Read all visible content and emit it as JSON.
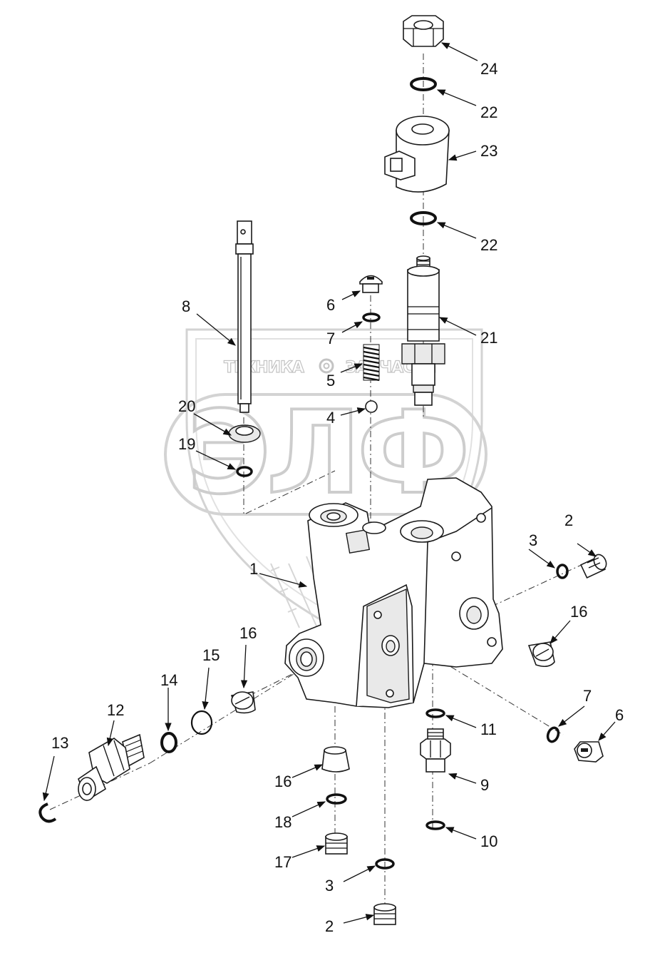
{
  "watermark": {
    "brand_left": "ТЕХНИКА",
    "brand_right": "ЗАПЧАСТИ",
    "logo": "ЭЛФ"
  },
  "callouts": [
    {
      "id": "c24",
      "label": "24"
    },
    {
      "id": "c22a",
      "label": "22"
    },
    {
      "id": "c23",
      "label": "23"
    },
    {
      "id": "c22b",
      "label": "22"
    },
    {
      "id": "c21",
      "label": "21"
    },
    {
      "id": "c8",
      "label": "8"
    },
    {
      "id": "c6a",
      "label": "6"
    },
    {
      "id": "c7a",
      "label": "7"
    },
    {
      "id": "c5",
      "label": "5"
    },
    {
      "id": "c4",
      "label": "4"
    },
    {
      "id": "c20",
      "label": "20"
    },
    {
      "id": "c19",
      "label": "19"
    },
    {
      "id": "c1",
      "label": "1"
    },
    {
      "id": "c2a",
      "label": "2"
    },
    {
      "id": "c3a",
      "label": "3"
    },
    {
      "id": "c16a",
      "label": "16"
    },
    {
      "id": "c16b",
      "label": "16"
    },
    {
      "id": "c15",
      "label": "15"
    },
    {
      "id": "c14",
      "label": "14"
    },
    {
      "id": "c12",
      "label": "12"
    },
    {
      "id": "c13",
      "label": "13"
    },
    {
      "id": "c7b",
      "label": "7"
    },
    {
      "id": "c6b",
      "label": "6"
    },
    {
      "id": "c11",
      "label": "11"
    },
    {
      "id": "c9",
      "label": "9"
    },
    {
      "id": "c16c",
      "label": "16"
    },
    {
      "id": "c18",
      "label": "18"
    },
    {
      "id": "c10",
      "label": "10"
    },
    {
      "id": "c17",
      "label": "17"
    },
    {
      "id": "c3b",
      "label": "3"
    },
    {
      "id": "c2b",
      "label": "2"
    }
  ]
}
